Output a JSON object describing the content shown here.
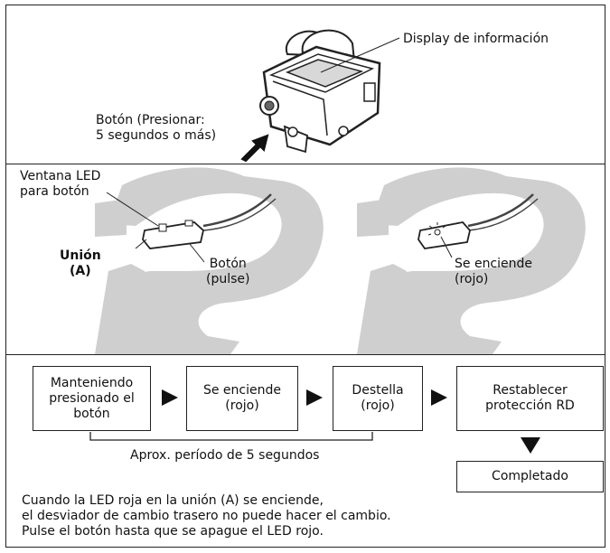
{
  "top_panel": {
    "display_label": "Display de información",
    "button_label": "Botón (Presionar:\n5 segundos o más)"
  },
  "middle_panel": {
    "led_window_label": "Ventana LED\npara botón",
    "junction_label": "Unión\n(A)",
    "button_pulse_label": "Botón\n(pulse)",
    "lights_label": "Se enciende\n(rojo)"
  },
  "flow": {
    "step1": "Manteniendo\npresionado el\nbotón",
    "step2": "Se enciende\n(rojo)",
    "step3": "Destella\n(rojo)",
    "step4": "Restablecer\nprotección RD",
    "step5": "Completado",
    "period_label": "Aprox. período de 5 segundos"
  },
  "note": "Cuando la LED roja en la unión (A) se enciende,\nel desviador de cambio trasero no puede hacer el cambio.\nPulse el botón hasta que se apague el LED rojo."
}
